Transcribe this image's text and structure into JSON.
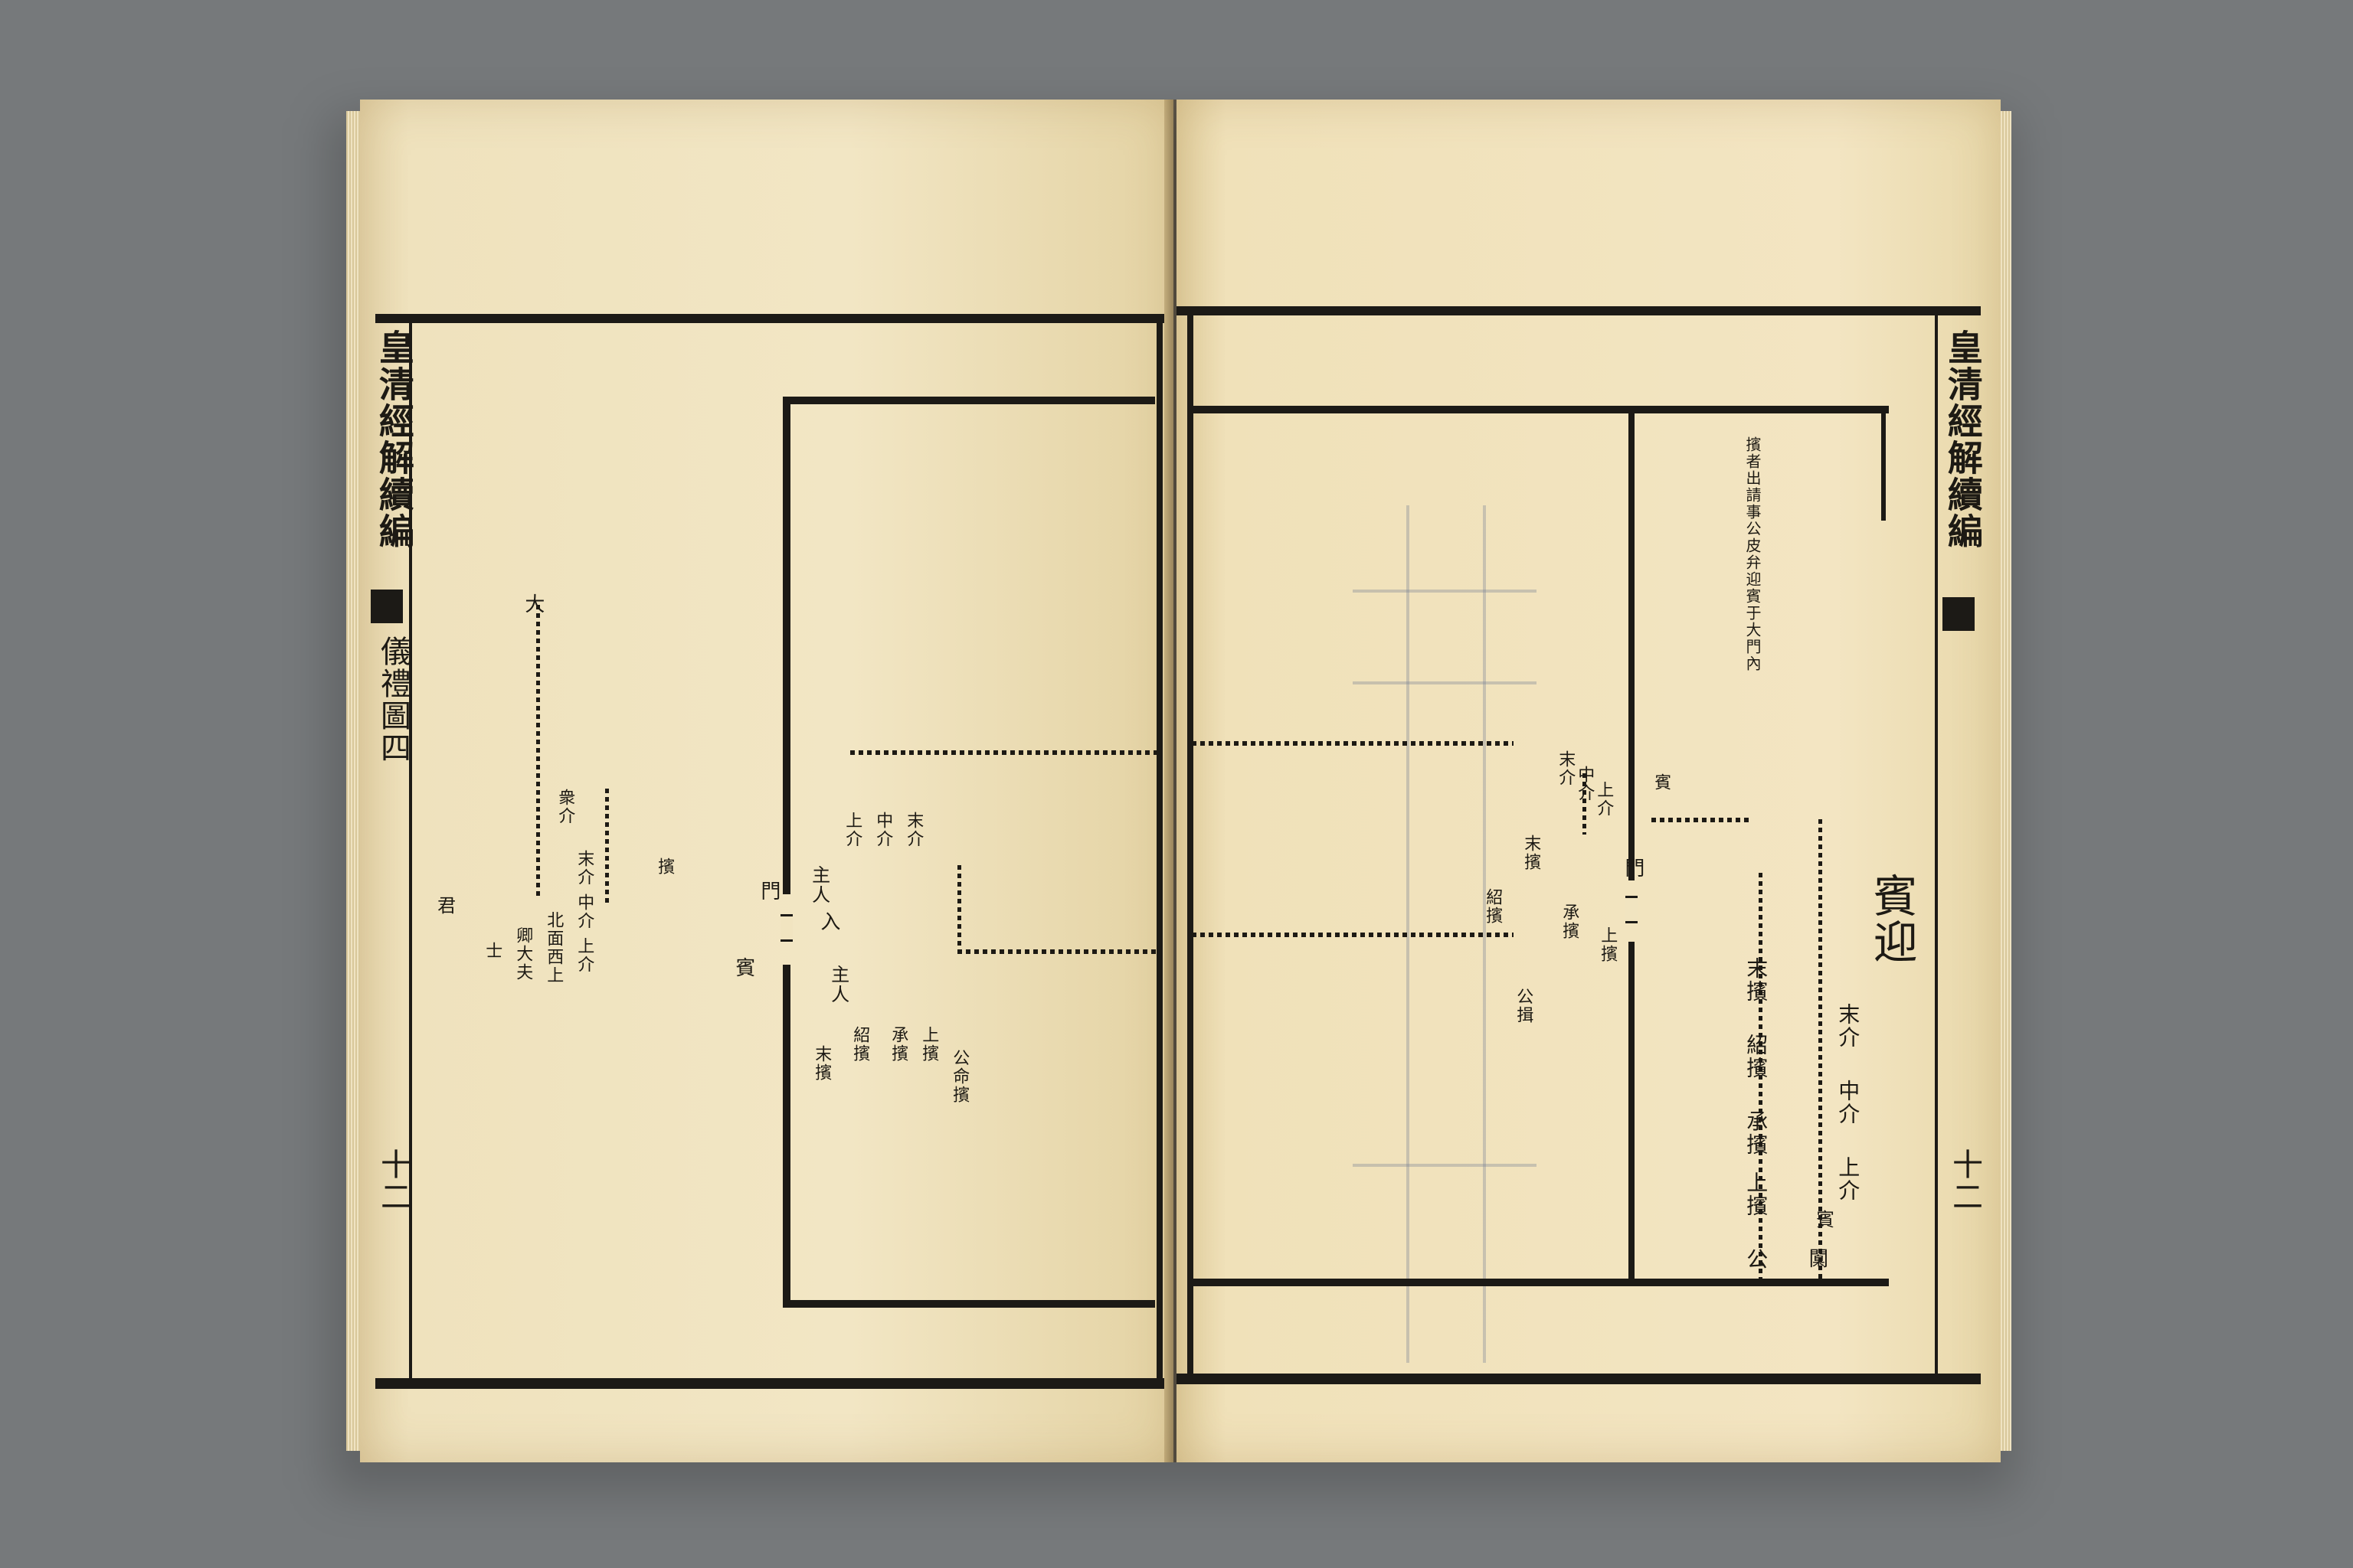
{
  "left_page": {
    "margin_title": "皇清經解續編",
    "margin_chapter": "儀禮圖四",
    "margin_folio": "十二",
    "top_mark": "大",
    "labels": [
      "君",
      "門",
      "入",
      "賓",
      "主人",
      "主人",
      "上介",
      "末介",
      "中介",
      "上擯",
      "承擯",
      "末擯",
      "紹擯",
      "衆介",
      "末介 中介 上介",
      "擯",
      "北面西上",
      "卿大夫",
      "士",
      "公命擯"
    ]
  },
  "right_page": {
    "margin_title": "皇清經解續編",
    "margin_folio": "十二",
    "diagram_title": "賓迎",
    "note": "擯者出請事公皮弁迎賓于大門內",
    "labels": [
      "末介",
      "中介",
      "上介",
      "賓",
      "末擯",
      "紹擯",
      "承擯",
      "上擯",
      "公",
      "闑",
      "門",
      "末介",
      "中介",
      "上介",
      "賓",
      "末擯",
      "紹擯",
      "承擯",
      "上擯",
      "公揖"
    ]
  }
}
